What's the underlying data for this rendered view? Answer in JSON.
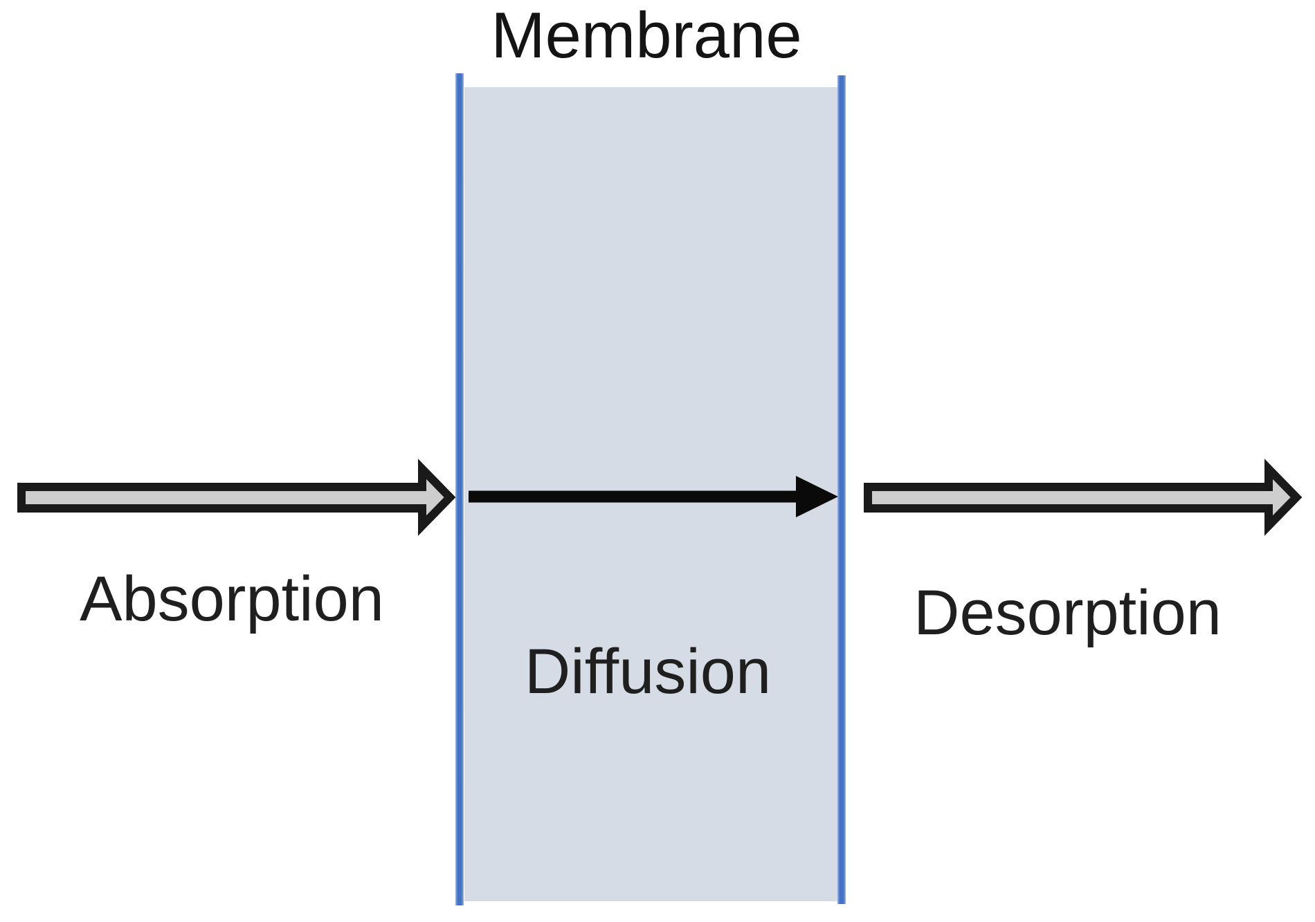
{
  "diagram": {
    "title": "Membrane",
    "stages": [
      {
        "id": "absorption",
        "label": "Absorption",
        "arrow": "gray-block-arrow",
        "position": "left-of-membrane"
      },
      {
        "id": "diffusion",
        "label": "Diffusion",
        "arrow": "black-line-arrow",
        "position": "inside-membrane"
      },
      {
        "id": "desorption",
        "label": "Desorption",
        "arrow": "gray-block-arrow",
        "position": "right-of-membrane"
      }
    ],
    "flow_direction": "left-to-right",
    "colors": {
      "background": "#FFFFFF",
      "membrane_fill": "#D6DCE5",
      "membrane_border_blue": "#4472C4",
      "block_arrow_fill": "#CECECE",
      "block_arrow_outline": "#1A1A1A",
      "diffusion_arrow": "#0A0A0A",
      "text": "#1F1F1F"
    }
  }
}
